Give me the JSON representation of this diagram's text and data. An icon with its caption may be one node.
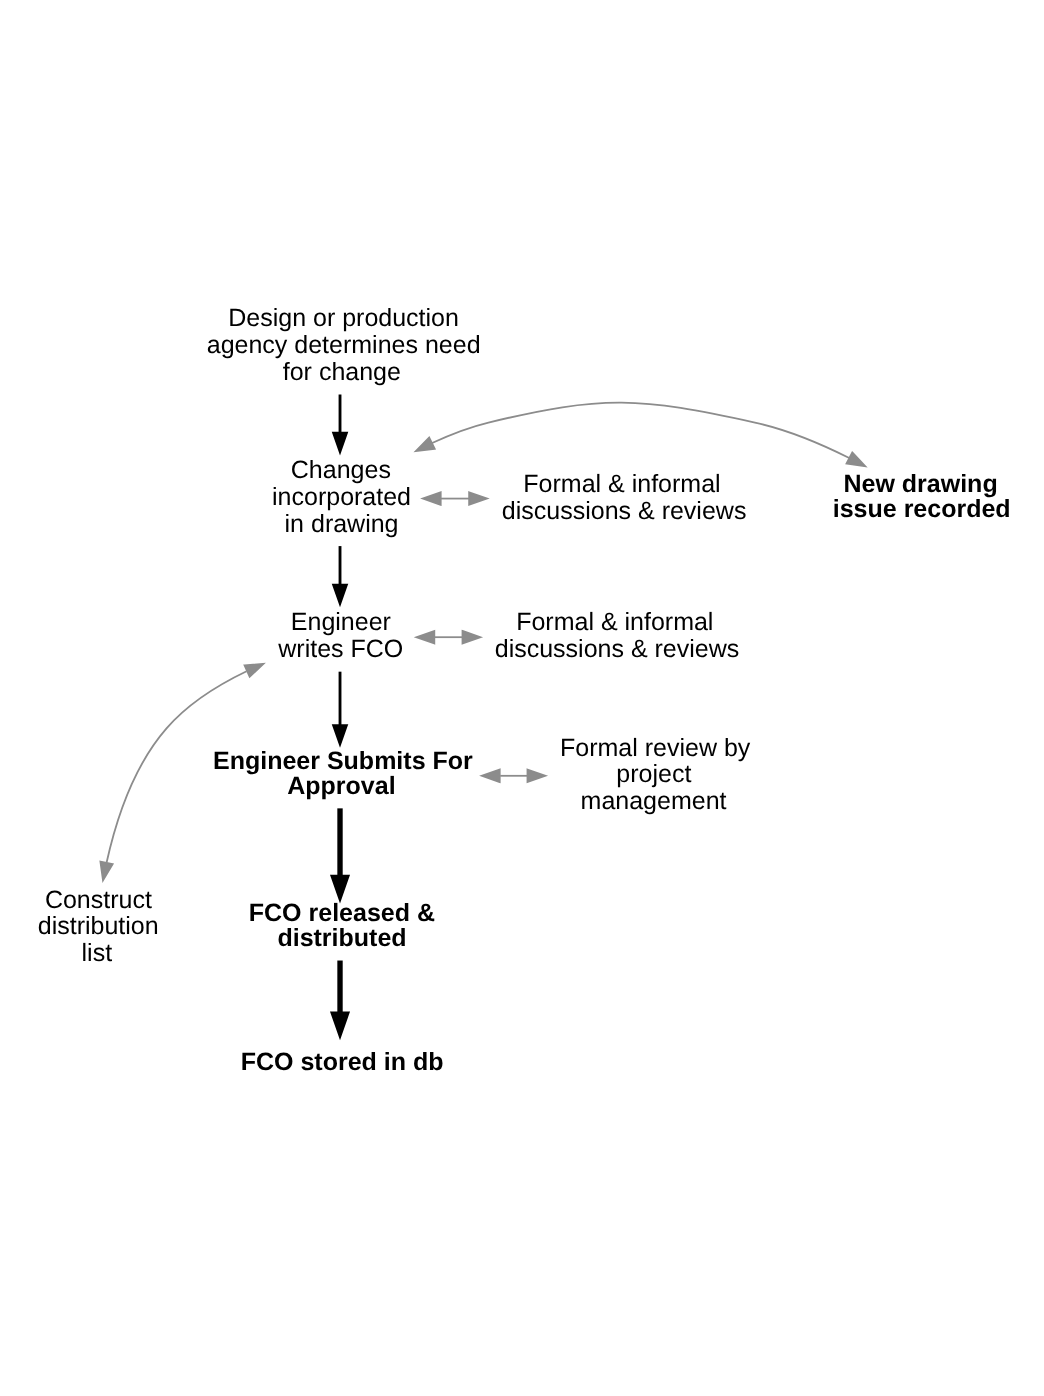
{
  "diagram": {
    "nodes": [
      {
        "text": [
          "Design or production agency determines need for change"
        ]
      },
      {
        "text": [
          "Changes incorporated in drawing"
        ]
      },
      {
        "text": [
          "Formal & informal discussions & reviews"
        ]
      },
      {
        "text": [
          "New drawing issue recorded"
        ]
      },
      {
        "text": [
          "Engineer writes FCO"
        ]
      },
      {
        "text": [
          "Formal & informal discussions & reviews"
        ]
      },
      {
        "text": [
          "Construct distribution list"
        ]
      },
      {
        "text": [
          "Engineer Submits For Approval"
        ]
      },
      {
        "text": [
          "Formal review by project management"
        ]
      },
      {
        "text": [
          "FCO released & distributed"
        ]
      },
      {
        "text": [
          "FCO stored in db"
        ]
      }
    ],
    "edges": [
      {
        "from": 0,
        "to": 1,
        "arrow": "to"
      },
      {
        "from": 1,
        "to": 2,
        "arrow": "both",
        "color": "#8c8c8c"
      },
      {
        "from": 1,
        "to": 3,
        "arrow": "both",
        "color": "#8c8c8c"
      },
      {
        "from": 1,
        "to": 4,
        "arrow": "to"
      },
      {
        "from": 4,
        "to": 5,
        "arrow": "both",
        "color": "#8c8c8c"
      },
      {
        "from": 4,
        "to": 6,
        "arrow": "both",
        "color": "#8c8c8c"
      },
      {
        "from": 4,
        "to": 7,
        "arrow": "to"
      },
      {
        "from": 7,
        "to": 8,
        "arrow": "both",
        "color": "#8c8c8c"
      },
      {
        "from": 7,
        "to": 9,
        "arrow": "to",
        "style": "thick"
      },
      {
        "from": 9,
        "to": 10,
        "arrow": "to",
        "style": "thick"
      }
    ]
  }
}
